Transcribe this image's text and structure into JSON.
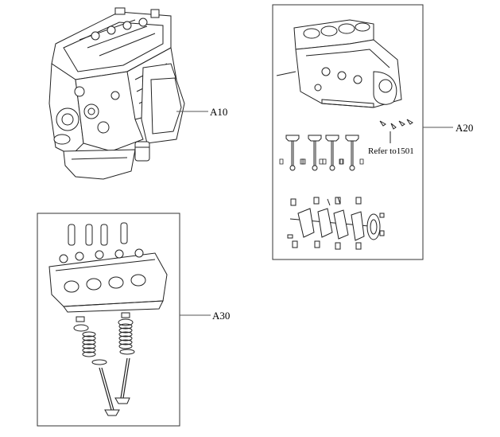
{
  "diagram": {
    "callouts": {
      "engine_assembly": "A10",
      "short_block": "A20",
      "cylinder_head": "A30"
    },
    "refer_note": "Refer to1501"
  }
}
